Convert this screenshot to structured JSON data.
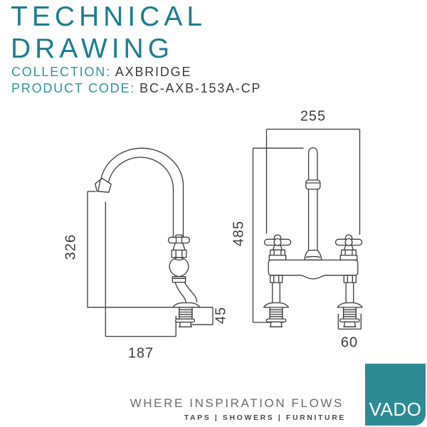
{
  "header": {
    "title_line1": "TECHNICAL",
    "title_line2": "DRAWING",
    "collection_label": "COLLECTION:",
    "collection_value": "AXBRIDGE",
    "product_code_label": "PRODUCT CODE:",
    "product_code_value": "BC-AXB-153A-CP"
  },
  "drawing": {
    "side_view": {
      "dim_spout_height": "326",
      "dim_reach": "187",
      "dim_deck_fixing": "45"
    },
    "front_view": {
      "dim_width": "255",
      "dim_height": "485",
      "dim_base": "60"
    }
  },
  "footer": {
    "tagline": "WHERE INSPIRATION FLOWS",
    "categories": "TAPS | SHOWERS | FURNITURE",
    "logo_text": "VADO"
  },
  "colors": {
    "title_teal": "#1d7d90",
    "label_teal": "#2b94a3",
    "logo_teal": "#2d8b94",
    "line_color": "#3b3b3b"
  }
}
